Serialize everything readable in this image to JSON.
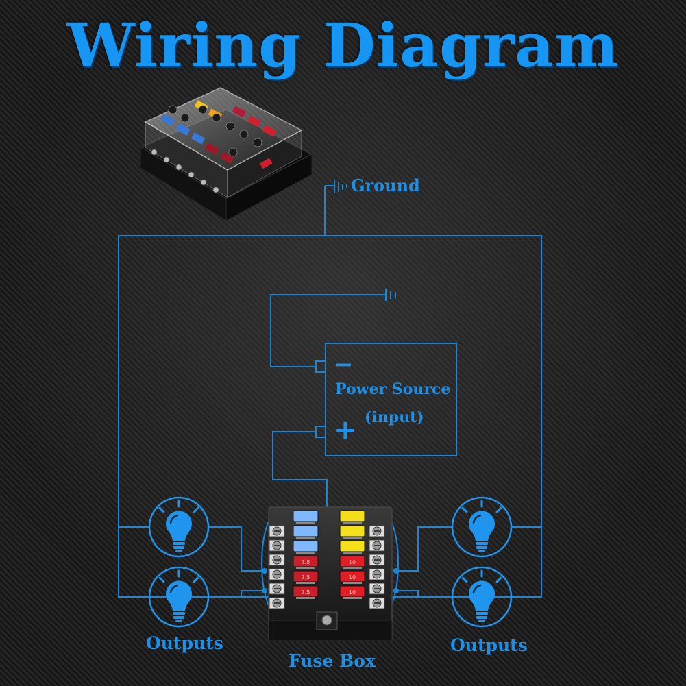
{
  "title": "Wiring Diagram",
  "labels": {
    "ground": "Ground",
    "power_source_line1": "Power Source",
    "power_source_line2": "(input)",
    "minus": "−",
    "plus": "+",
    "outputs_left": "Outputs",
    "outputs_right": "Outputs",
    "fuse_box": "Fuse Box"
  },
  "fuses": {
    "left_column": [
      {
        "color": "#7fb8ff",
        "label": ""
      },
      {
        "color": "#7fb8ff",
        "label": ""
      },
      {
        "color": "#7fb8ff",
        "label": ""
      },
      {
        "color": "#c8202a",
        "label": "7.5"
      },
      {
        "color": "#c8202a",
        "label": "7.5"
      },
      {
        "color": "#c8202a",
        "label": "7.5"
      }
    ],
    "right_column": [
      {
        "color": "#f3df1a",
        "label": ""
      },
      {
        "color": "#f3df1a",
        "label": ""
      },
      {
        "color": "#f3df1a",
        "label": ""
      },
      {
        "color": "#e01e26",
        "label": "10"
      },
      {
        "color": "#e01e26",
        "label": "10"
      },
      {
        "color": "#e01e26",
        "label": "10"
      }
    ]
  },
  "colors": {
    "wire": "#1a86d8",
    "label": "#1c8fe6",
    "title": "#1696f2",
    "bulb": "#1f95ee"
  }
}
